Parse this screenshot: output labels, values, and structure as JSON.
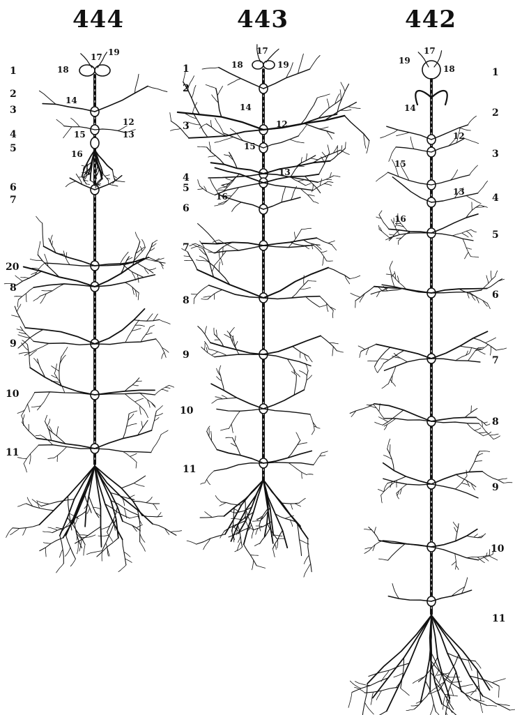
{
  "figures": [
    {
      "id": "444",
      "title": "444",
      "left_labels": [
        "1",
        "2",
        "3",
        "4",
        "5",
        "6",
        "7",
        "20",
        "8",
        "9",
        "10",
        "11"
      ],
      "right_labels": [
        "12",
        "13"
      ],
      "inner_labels": [
        "18",
        "17",
        "19",
        "14",
        "15",
        "16"
      ]
    },
    {
      "id": "443",
      "title": "443",
      "left_labels": [
        "1",
        "2",
        "3",
        "4",
        "5",
        "6",
        "7",
        "8",
        "9",
        "10",
        "11"
      ],
      "inner_labels": [
        "18",
        "17",
        "19",
        "14",
        "12",
        "15",
        "13",
        "16"
      ]
    },
    {
      "id": "442",
      "title": "442",
      "right_labels": [
        "1",
        "2",
        "3",
        "4",
        "5",
        "6",
        "7",
        "8",
        "9",
        "10",
        "11"
      ],
      "inner_labels": [
        "19",
        "17",
        "18",
        "14",
        "12",
        "15",
        "13",
        "16"
      ]
    }
  ]
}
